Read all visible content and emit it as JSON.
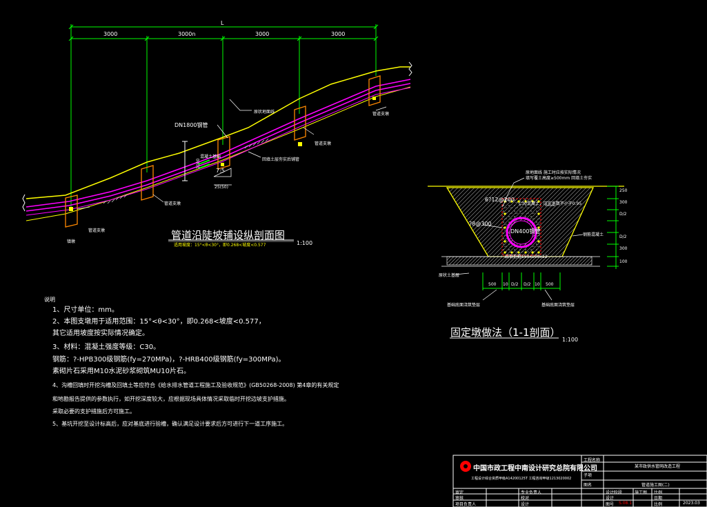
{
  "colors": {
    "background": "#000000",
    "pipe": "#ff00ff",
    "ground": "#ffff00",
    "dimension": "#00ff00",
    "text": "#ffffff",
    "red": "#ff0000"
  },
  "longitudinal_section": {
    "overall_dim": "L",
    "segment_dims": [
      "3000",
      "3000n",
      "3000",
      "3000"
    ],
    "title": "管道沿陡坡铺设纵剖面图",
    "subtitle": "适用坡度：15°<θ<30°，即0.268<坡度<0.577",
    "scale": "1:100",
    "pipe_label": "DN1800钢管",
    "slope_ratio": "7:5",
    "dim_bottom": "25(50)",
    "dim_vertical": "1000",
    "callouts": [
      "原状地面线",
      "管道支墩",
      "镇墩",
      "管道支墩",
      "管道支墩",
      "管道支墩",
      "混凝土基础",
      "回填土层夯实后铺管"
    ]
  },
  "cross_section": {
    "title": "固定墩做法（1-1剖面）",
    "scale": "1:100",
    "pipe": "DN400钢管",
    "top_note_1": "原地面线  施工时应按实际情况",
    "top_note_2": "填写覆土高度≥500mm 回填土夯实",
    "rebar_top": "6?12@200",
    "concrete_note": "C30混凝土，压实系数不小于0.95",
    "rebar_side": "?8@300",
    "anchor_note": "扁钢抱箍150x100x12",
    "bottom_dims": [
      "500",
      "10",
      "D/2",
      "D/2",
      "10",
      "500"
    ],
    "right_dims": [
      "250",
      "300",
      "D/2",
      "D/2",
      "300",
      "100"
    ],
    "left_note": "原状土基层",
    "bottom_left_note": "基础底面浇筑垫层",
    "bottom_right_note": "基础底面浇筑垫层",
    "right_note": "钢筋混凝土"
  },
  "notes": {
    "heading": "说明",
    "lines": [
      "1、尺寸单位：mm。",
      "2、本图支墩用于适用范围：15°<θ<30°，即0.268<坡度<0.577，",
      "    其它适用坡度按实际情况确定。",
      "3、材料：混凝土强度等级：C30。",
      "钢筋：?-HPB300级钢筋(fy=270MPa)，?-HRB400级钢筋(fy=300MPa)。",
      "素砌片石采用M10水泥砂浆砌筑MU10片石。",
      "4、沟槽回填时开挖沟槽及回填土等应符合《给水排水管道工程施工及验收规范》(GB50268-2008) 第4章的有关规定",
      "    和地勘报告提供的参数执行，如开挖深度较大，应根据现场具体情况采取临时开挖边坡支护措施。",
      "    采取必要的支护措施后方可施工。",
      "5、基坑开挖至设计标高后，应对基底进行验槽，确认满足设计要求后方可进行下一道工序施工。"
    ]
  },
  "title_block": {
    "company": "中国市政工程中南设计研究总院有限公司",
    "cert_line": "工程设计综合资质甲级A14200125T 工程咨询甲级1213020002",
    "project_label": "工程名称",
    "project_value": "某市政供水管网改造工程",
    "item_label": "子项",
    "drawing_label": "图名",
    "drawing_value": "管道施工图(二)",
    "rows": [
      [
        "审定",
        "",
        "专业负责人",
        "",
        "设计阶段",
        "施工图",
        "比例",
        ""
      ],
      [
        "审核",
        "",
        "校对",
        "",
        "设计",
        "",
        "日期",
        ""
      ],
      [
        "项目负责人",
        "",
        "设计",
        "",
        "图号",
        "",
        "比例",
        "2023.03"
      ]
    ],
    "drawing_no": "S.08.1"
  }
}
